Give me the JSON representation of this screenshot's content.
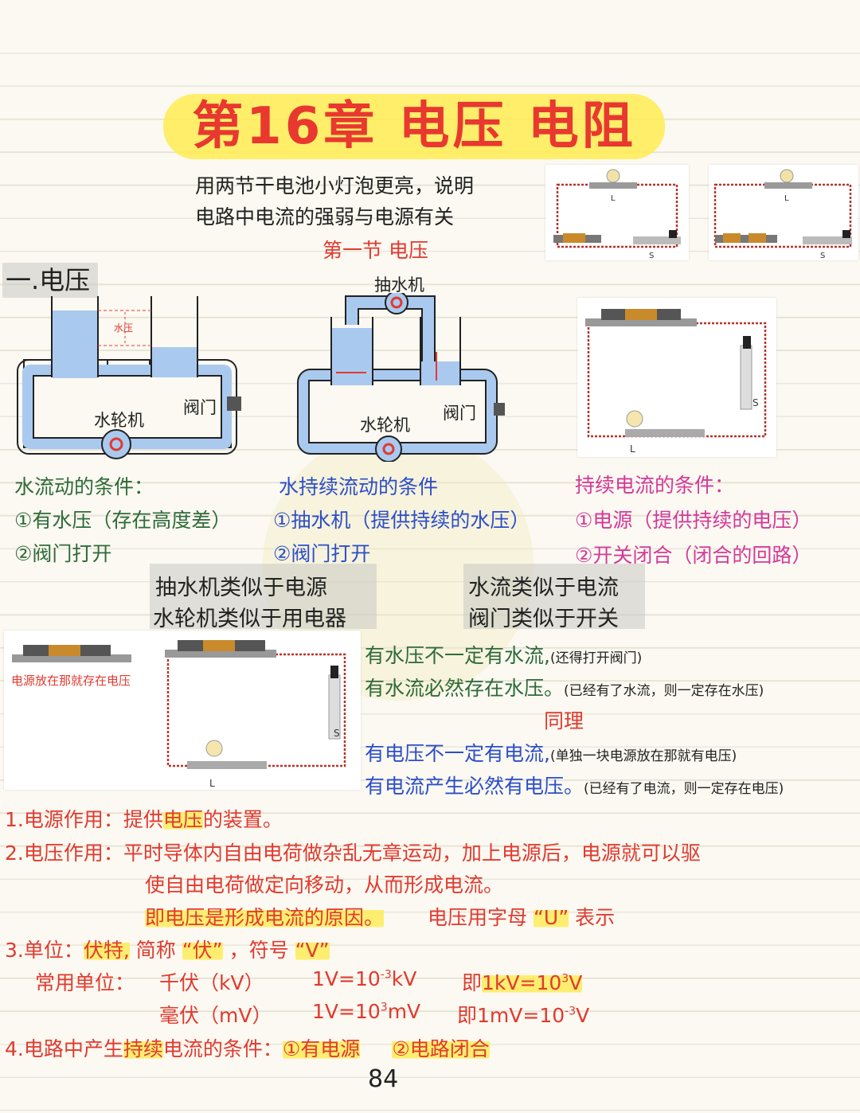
{
  "title": "第16章 电压    电阻",
  "intro": {
    "line1": "用两节干电池小灯泡更亮，说明",
    "line2": "电路中电流的强弱与电源有关"
  },
  "section_title": "第一节    电压",
  "heading_1": "一.电压",
  "diagram_labels": {
    "water_pressure": "水压",
    "pump": "抽水机",
    "turbine_left": "水轮机",
    "turbine_right": "水轮机",
    "valve_left": "阀门",
    "valve_right": "阀门",
    "lamp": "L",
    "switch": "S"
  },
  "conditions": {
    "green": {
      "title": "水流动的条件：",
      "item1": "①有水压（存在高度差）",
      "item2": "②阀门打开"
    },
    "blue": {
      "title": "水持续流动的条件",
      "item1": "①抽水机（提供持续的水压）",
      "item2": "②阀门打开"
    },
    "pink": {
      "title": "持续电流的条件：",
      "item1": "①电源（提供持续的电压）",
      "item2": "②开关闭合（闭合的回路）"
    }
  },
  "analogy": {
    "a1": "抽水机类似于电源",
    "a2": "水轮机类似于用电器",
    "a3": "水流类似于电流",
    "a4": "阀门类似于开关"
  },
  "photo_caption": "电源放在那就存在电压",
  "statements": {
    "s1": "有水压不一定有水流,",
    "s1_note": "(还得打开阀门)",
    "s2": "有水流必然存在水压。",
    "s2_note": "(已经有了水流，则一定存在水压)",
    "same": "同理",
    "s3": "有电压不一定有电流,",
    "s3_note": "(单独一块电源放在那就有电压)",
    "s4": "有电流产生必然有电压。",
    "s4_note": "(已经有了电流，则一定存在电压)"
  },
  "points": {
    "p1_label": "1.电源作用：",
    "p1_a": "提供",
    "p1_b": "电压",
    "p1_c": "的装置。",
    "p2_label": "2.电压作用：",
    "p2_a": "平时导体内自由电荷做杂乱无章运动，加上电源后，电源就可以驱",
    "p2_b": "使自由电荷做定向移动，从而形成电流。",
    "p2_c": "即电压是形成电流的原因。",
    "p2_d": "电压用字母",
    "p2_e": "“U”",
    "p2_f": "表示",
    "p3_label": "3.单位：",
    "p3_a": "伏特,",
    "p3_b": "简称",
    "p3_c": "“伏”",
    "p3_d": "，符号",
    "p3_e": "“V”",
    "units_label": "常用单位：",
    "unit_kv": "千伏（kV）",
    "unit_kv_eq_a": "1V=10",
    "unit_kv_eq_exp": "-3",
    "unit_kv_eq_b": "kV",
    "unit_kv_conv_a": "即",
    "unit_kv_conv_b": "1kV=10",
    "unit_kv_conv_exp": "3",
    "unit_kv_conv_c": "V",
    "unit_mv": "毫伏（mV）",
    "unit_mv_eq_a": "1V=10",
    "unit_mv_eq_exp": "3",
    "unit_mv_eq_b": "mV",
    "unit_mv_conv_a": "即",
    "unit_mv_conv_b": "1mV=10",
    "unit_mv_conv_exp": "-3",
    "unit_mv_conv_c": "V",
    "p4_label": "4.电路中产生",
    "p4_a": "持续",
    "p4_b": "电流的条件：",
    "p4_c": "①有电源",
    "p4_d": "②电路闭合"
  },
  "page_number": "84",
  "colors": {
    "red": "#e13a30",
    "green": "#2e6b3a",
    "blue": "#2c4ec8",
    "pink": "#d4399a",
    "highlight": "#ffec5a"
  }
}
